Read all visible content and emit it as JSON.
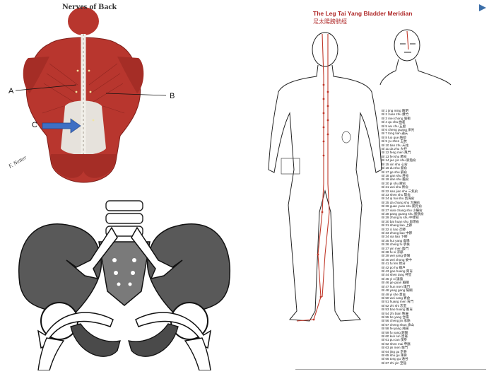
{
  "back": {
    "title": "Nerves of Back",
    "label_a": "A",
    "label_b": "B",
    "label_c": "C",
    "signature": "F. Netter"
  },
  "meridian": {
    "title": "The Leg Tai Yang Bladder Meridian",
    "subtitle": "足太陽膀胱經",
    "points": [
      "Bl 1  jing ming 睛明",
      "Bl 2  zuan zhu 攢竹",
      "Bl 3  mei chong 眉衝",
      "Bl 4  qu cha 曲差",
      "Bl 5  wu chu 五處",
      "Bl 6  cheng guang 承光",
      "Bl 7  tong tian 通天",
      "Bl 8  luo que 絡卻",
      "Bl 9  yu zhen 玉枕",
      "Bl 10 tian zhu 天柱",
      "Bl 11 da zhu 大杼",
      "Bl 12 feng men 風門",
      "Bl 13 fei shu 肺俞",
      "Bl 14 jue yin shu 厥陰俞",
      "Bl 15 xin shu 心俞",
      "Bl 16 du shu 督俞",
      "Bl 17 ge shu 膈俞",
      "Bl 18 gan shu 肝俞",
      "Bl 19 dan shu 膽俞",
      "Bl 20 pi shu 脾俞",
      "Bl 21 wei shu 胃俞",
      "Bl 22 san jiao shu 三焦俞",
      "Bl 23 shen shu 腎俞",
      "Bl 24 qi hai shu 氣海俞",
      "Bl 25 da chang shu 大腸俞",
      "Bl 26 guan yuan shu 關元俞",
      "Bl 27 xiao chang shu 小腸俞",
      "Bl 28 pang guang shu 膀胱俞",
      "Bl 29 zhong lu shu 中膂俞",
      "Bl 30 bai huan shu 白環俞",
      "Bl 31 shang liao 上髎",
      "Bl 32 ci liao 次髎",
      "Bl 33 zhong liao 中髎",
      "Bl 34 xia liao 下髎",
      "Bl 35 hui yang 會陽",
      "Bl 36 cheng fu 承扶",
      "Bl 37 yin men 殷門",
      "Bl 38 fu xi 浮郄",
      "Bl 39 wei yang 委陽",
      "Bl 40 wei zhong 委中",
      "Bl 41 fu fen 附分",
      "Bl 42 po hu 魄戶",
      "Bl 43 gao huang 膏肓",
      "Bl 44 shen tang 神堂",
      "Bl 45 yi xi 譩譆",
      "Bl 46 ge guan 膈關",
      "Bl 47 hun men 魂門",
      "Bl 48 yang gang 陽綱",
      "Bl 49 yi she 意舍",
      "Bl 50 wei cang 胃倉",
      "Bl 51 huang men 肓門",
      "Bl 52 zhi shi 志室",
      "Bl 53 bao huang 胞肓",
      "Bl 54 zhi bian 秩邊",
      "Bl 55 he yang 合陽",
      "Bl 56 cheng jin 承筋",
      "Bl 57 cheng shan 承山",
      "Bl 58 fei yang 飛揚",
      "Bl 59 fu yang 跗陽",
      "Bl 60 kun lun 崑崙",
      "Bl 61 pu can 僕參",
      "Bl 62 shen mai 申脈",
      "Bl 63 jin men 金門",
      "Bl 64 jing gu 京骨",
      "Bl 65 shu gu 束骨",
      "Bl 66 tong gu 通谷",
      "Bl 67 zhi yin 至陰"
    ]
  },
  "colors": {
    "muscle": "#b8362e",
    "muscle_dark": "#7e1f1a",
    "fascia": "#e6e2dc",
    "meridian_line": "#c0392b",
    "outline": "#222222",
    "arrow_blue": "#3e6fc4"
  }
}
